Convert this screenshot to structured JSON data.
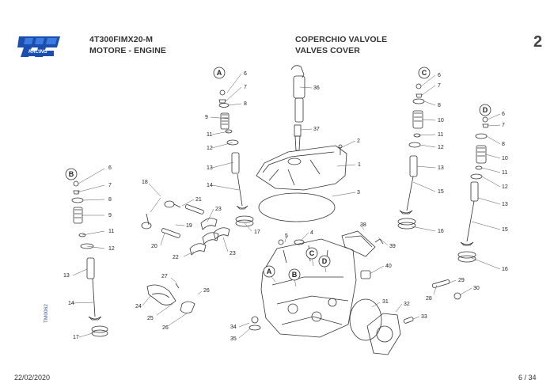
{
  "header": {
    "model_code": "4T300FIMX20-M",
    "section_main": "MOTORE - ENGINE",
    "group_title_it": "COPERCHIO VALVOLE",
    "group_title_en": "VALVES COVER",
    "page_number": "2"
  },
  "logo": {
    "text": "tm",
    "subtext": "RACING",
    "color": "#1a4fb0"
  },
  "footer": {
    "date": "22/02/2020",
    "page_of": "6 / 34",
    "side_code": "TM0062"
  },
  "colors": {
    "logo_blue": "#1a4fb0",
    "line": "#333333"
  },
  "group_labels": [
    "A",
    "B",
    "C",
    "D"
  ],
  "callouts": [
    "1",
    "2",
    "3",
    "4",
    "5",
    "6",
    "7",
    "8",
    "9",
    "10",
    "11",
    "12",
    "13",
    "14",
    "15",
    "16",
    "17",
    "18",
    "19",
    "20",
    "21",
    "22",
    "23",
    "24",
    "25",
    "26",
    "27",
    "28",
    "29",
    "30",
    "31",
    "32",
    "33",
    "34",
    "35",
    "36",
    "37",
    "38",
    "39",
    "40"
  ]
}
